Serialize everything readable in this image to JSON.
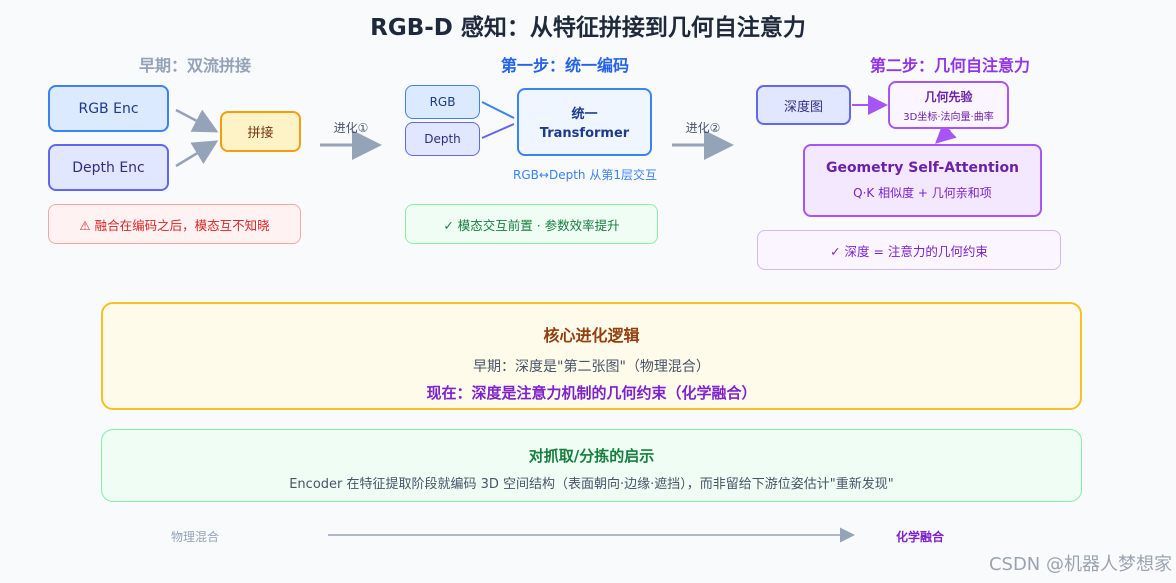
{
  "title": "RGB-D 感知：从特征拼接到几何自注意力",
  "stage1": {
    "title": "早期：双流拼接",
    "rgb_enc": "RGB Enc",
    "depth_enc": "Depth Enc",
    "concat": "拼接",
    "warning": "⚠ 融合在编码之后，模态互不知晓"
  },
  "evo1": "进化①",
  "stage2": {
    "title": "第一步：统一编码",
    "rgb": "RGB",
    "depth": "Depth",
    "transformer_line1": "统一",
    "transformer_line2": "Transformer",
    "caption": "RGB↔Depth 从第1层交互",
    "note": "✓ 模态交互前置 · 参数效率提升"
  },
  "evo2": "进化②",
  "stage3": {
    "title": "第二步：几何自注意力",
    "depth_map": "深度图",
    "prior_title": "几何先验",
    "prior_sub": "3D坐标·法向量·曲率",
    "gsa_title": "Geometry Self-Attention",
    "gsa_sub": "Q·K 相似度 + 几何亲和项",
    "note": "✓ 深度 = 注意力的几何约束"
  },
  "core": {
    "title": "核心进化逻辑",
    "line1": "早期：深度是\"第二张图\"（物理混合）",
    "line2": "现在：深度是注意力机制的几何约束（化学融合）"
  },
  "insight": {
    "title": "对抓取/分拣的启示",
    "text": "Encoder 在特征提取阶段就编码 3D 空间结构（表面朝向·边缘·遮挡），而非留给下游位姿估计\"重新发现\""
  },
  "bottom": {
    "left": "物理混合",
    "right": "化学融合"
  },
  "watermark": "CSDN @机器人梦想家",
  "colors": {
    "blue": "#3b82f6",
    "indigo": "#6366f1",
    "amber": "#f59e0b",
    "purple": "#a855f7",
    "green": "#22c55e",
    "red": "#f87171",
    "gray_arrow": "#94a3b8"
  }
}
